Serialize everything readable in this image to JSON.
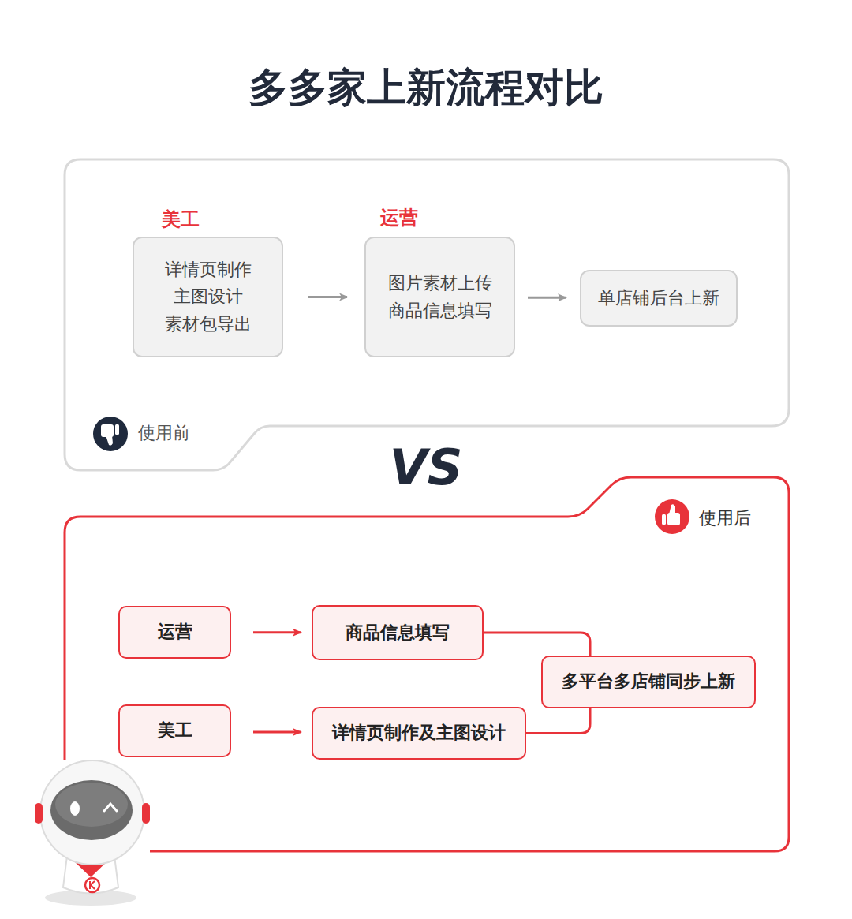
{
  "diagram": {
    "title": "多多家上新流程对比",
    "nodes": [
      {
        "text": [
          "使用前"
        ]
      },
      {
        "text": [
          "美工",
          "详情页制作 主图设计 素材包导出"
        ],
        "in": 0
      },
      {
        "text": [
          "运营",
          "图片素材上传 商品信息填写"
        ],
        "in": 0
      },
      {
        "text": [
          "单店铺后台上新"
        ],
        "in": 0
      },
      {
        "text": [
          "使用后"
        ]
      },
      {
        "text": [
          "运营"
        ],
        "in": 4
      },
      {
        "text": [
          "商品信息填写"
        ],
        "in": 4
      },
      {
        "text": [
          "多平台多店铺同步上新"
        ],
        "in": 4
      },
      {
        "text": [
          "美工"
        ],
        "in": 4
      },
      {
        "text": [
          "详情页制作及主图设计"
        ],
        "in": 4
      }
    ],
    "edges": [
      {
        "from": 1,
        "to": 2,
        "arrow": "to"
      },
      {
        "from": 2,
        "to": 3,
        "arrow": "to"
      },
      {
        "from": 5,
        "to": 6,
        "arrow": "to"
      },
      {
        "from": 8,
        "to": 9,
        "arrow": "to"
      },
      {
        "from": 6,
        "to": 7,
        "arrow": "none"
      },
      {
        "from": 9,
        "to": 7,
        "arrow": "none"
      }
    ],
    "labels": [
      "VS"
    ]
  }
}
